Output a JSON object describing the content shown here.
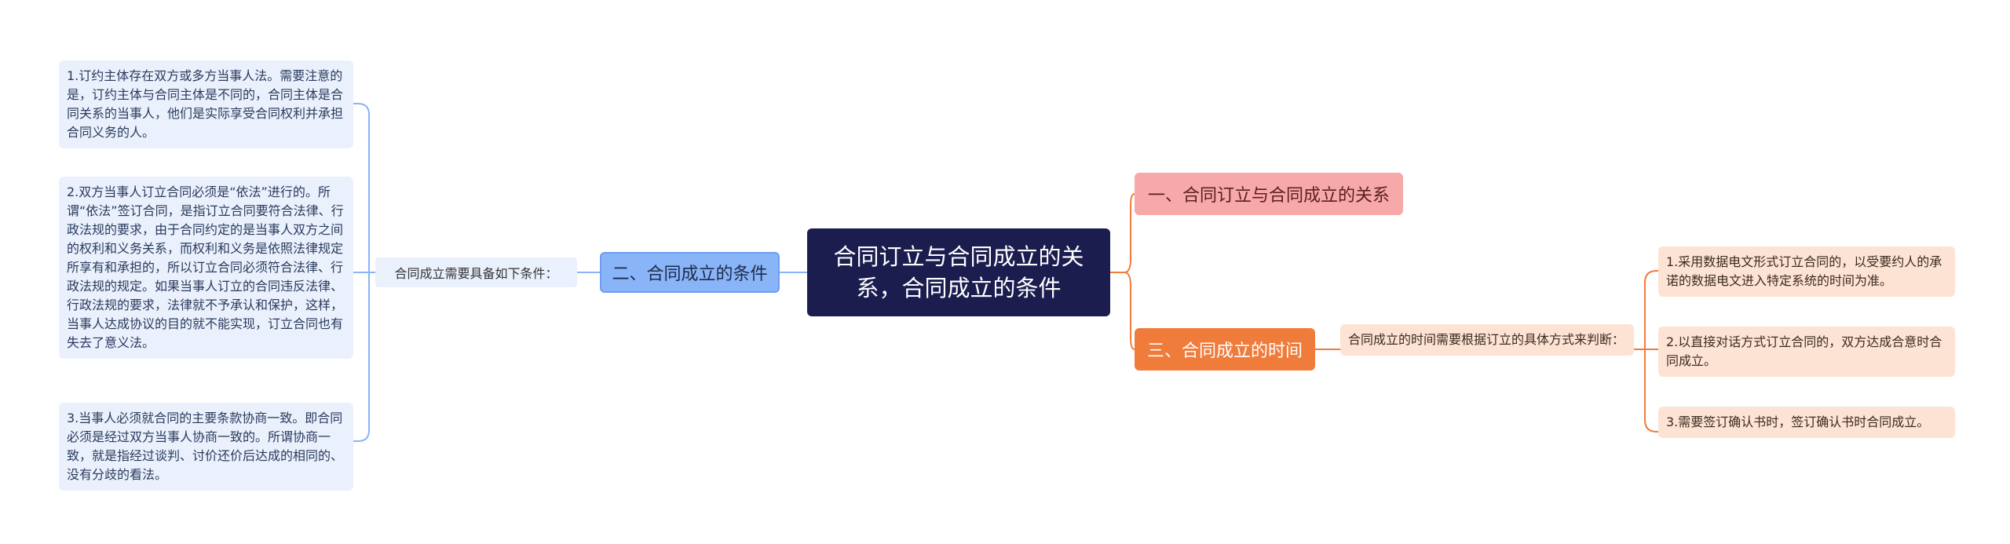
{
  "root": {
    "title": "合同订立与合同成立的关系，合同成立的条件"
  },
  "branches": {
    "conditions": {
      "label": "二、合同成立的条件",
      "summary": "合同成立需要具备如下条件：",
      "items": [
        "1.订约主体存在双方或多方当事人法。需要注意的是，订约主体与合同主体是不同的，合同主体是合同关系的当事人，他们是实际享受合同权利并承担合同义务的人。",
        "2.双方当事人订立合同必须是“依法”进行的。所谓“依法”签订合同，是指订立合同要符合法律、行政法规的要求，由于合同约定的是当事人双方之间的权利和义务关系，而权利和义务是依照法律规定所享有和承担的，所以订立合同必须符合法律、行政法规的规定。如果当事人订立的合同违反法律、行政法规的要求，法律就不予承认和保护，这样，当事人达成协议的目的就不能实现，订立合同也有失去了意义法。",
        "3.当事人必须就合同的主要条款协商一致。即合同必须是经过双方当事人协商一致的。所谓协商一致，就是指经过谈判、讨价还价后达成的相同的、没有分歧的看法。"
      ]
    },
    "relation": {
      "label": "一、合同订立与合同成立的关系"
    },
    "time": {
      "label": "三、合同成立的时间",
      "summary": "合同成立的时间需要根据订立的具体方式来判断：",
      "items": [
        "1.采用数据电文形式订立合同的，以受要约人的承诺的数据电文进入特定系统的时间为准。",
        "2.以直接对话方式订立合同的，双方达成合意时合同成立。",
        "3.需要签订确认书时，签订确认书时合同成立。"
      ]
    }
  },
  "colors": {
    "root": "#1b1d4f",
    "blue": "#8ab4f8",
    "pink": "#f7a8a8",
    "orange": "#f07c3c",
    "orange_light": "#fde3d3",
    "blue_light": "#eaf1fd"
  }
}
